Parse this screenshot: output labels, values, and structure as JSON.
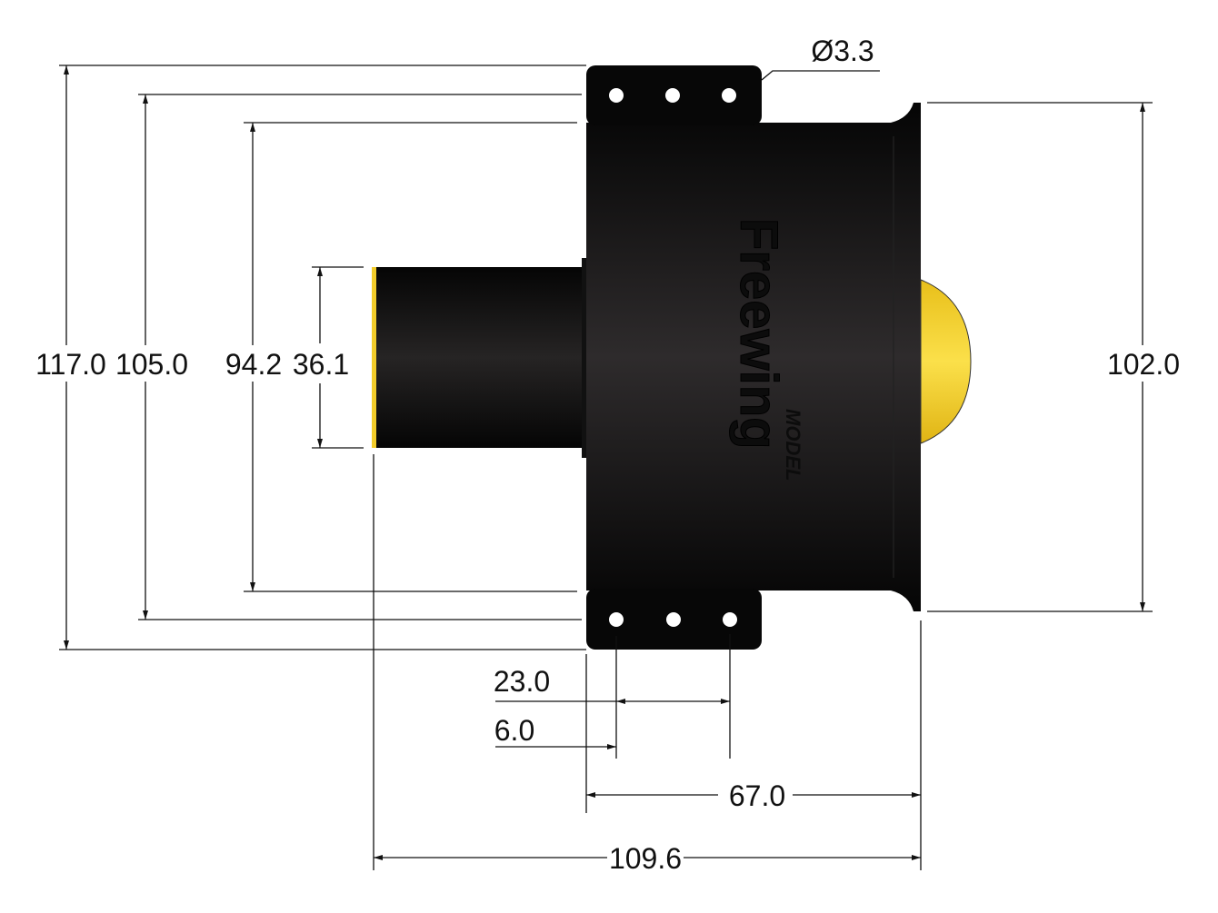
{
  "drawing": {
    "logo_text": "Freewing",
    "logo_sub": "MODEL",
    "dimensions": {
      "overall_mount_height": "117.0",
      "hole_spacing_vertical": "105.0",
      "body_height": "94.2",
      "tube_diameter": "36.1",
      "intake_diameter": "102.0",
      "hole_diameter": "Ø3.3",
      "hole_spacing_horizontal": "23.0",
      "hole_edge_offset": "6.0",
      "mount_to_intake": "67.0",
      "overall_length": "109.6"
    },
    "colors": {
      "body": "#0a0a0a",
      "accent": "#f2cc2a",
      "line": "#111111"
    }
  }
}
